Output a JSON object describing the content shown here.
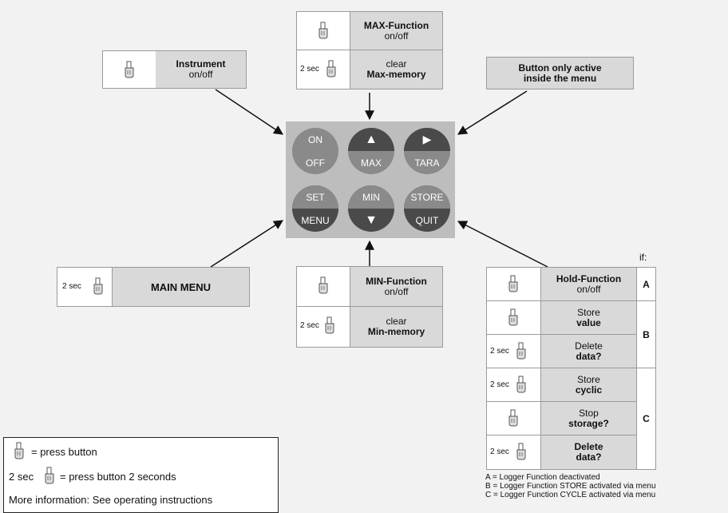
{
  "instrument": {
    "label": "Instrument",
    "sub": "on/off"
  },
  "max_function": {
    "label": "MAX-Function",
    "sub": "on/off",
    "clear": "clear",
    "memory": "Max-memory",
    "two_sec": "2 sec"
  },
  "button_only": {
    "line1": "Button only active",
    "line2": "inside the menu"
  },
  "main_menu": {
    "two_sec": "2 sec",
    "label": "MAIN MENU"
  },
  "min_function": {
    "label": "MIN-Function",
    "sub": "on/off",
    "clear": "clear",
    "memory": "Min-memory",
    "two_sec": "2 sec"
  },
  "panel_buttons": [
    {
      "top": "ON",
      "bottom": "OFF"
    },
    {
      "top": "▲",
      "bottom": "MAX"
    },
    {
      "top": "▶",
      "bottom": "TARA"
    },
    {
      "top": "SET",
      "bottom": "MENU"
    },
    {
      "top": "MIN",
      "bottom": "▼"
    },
    {
      "top": "STORE",
      "bottom": "QUIT"
    }
  ],
  "if_label": "if:",
  "logger_table": {
    "rows": [
      {
        "two_sec": "",
        "title": "Hold-Function",
        "sub": "on/off"
      },
      {
        "two_sec": "",
        "title": "Store",
        "sub": "value"
      },
      {
        "two_sec": "2 sec",
        "title": "Delete",
        "sub": "data?"
      },
      {
        "two_sec": "2 sec",
        "title": "Store",
        "sub": "cyclic"
      },
      {
        "two_sec": "",
        "title": "Stop",
        "sub": "storage?"
      },
      {
        "two_sec": "2 sec",
        "title": "Delete",
        "sub": "data?"
      }
    ],
    "groups": [
      "A",
      "B",
      "C"
    ]
  },
  "legend": {
    "press": "= press button",
    "two_sec": "2 sec",
    "press_two": "= press button 2 seconds",
    "more": "More information: See operating instructions"
  },
  "notes": [
    "A = Logger Function deactivated",
    "B = Logger Function STORE activated via menu",
    "C = Logger Function CYCLE activated via menu"
  ],
  "colors": {
    "button_dark": "#4a4a4a",
    "button_mid": "#8a8a8a",
    "panel": "#bdbdbd",
    "cell_gray": "#d9d9d9"
  }
}
